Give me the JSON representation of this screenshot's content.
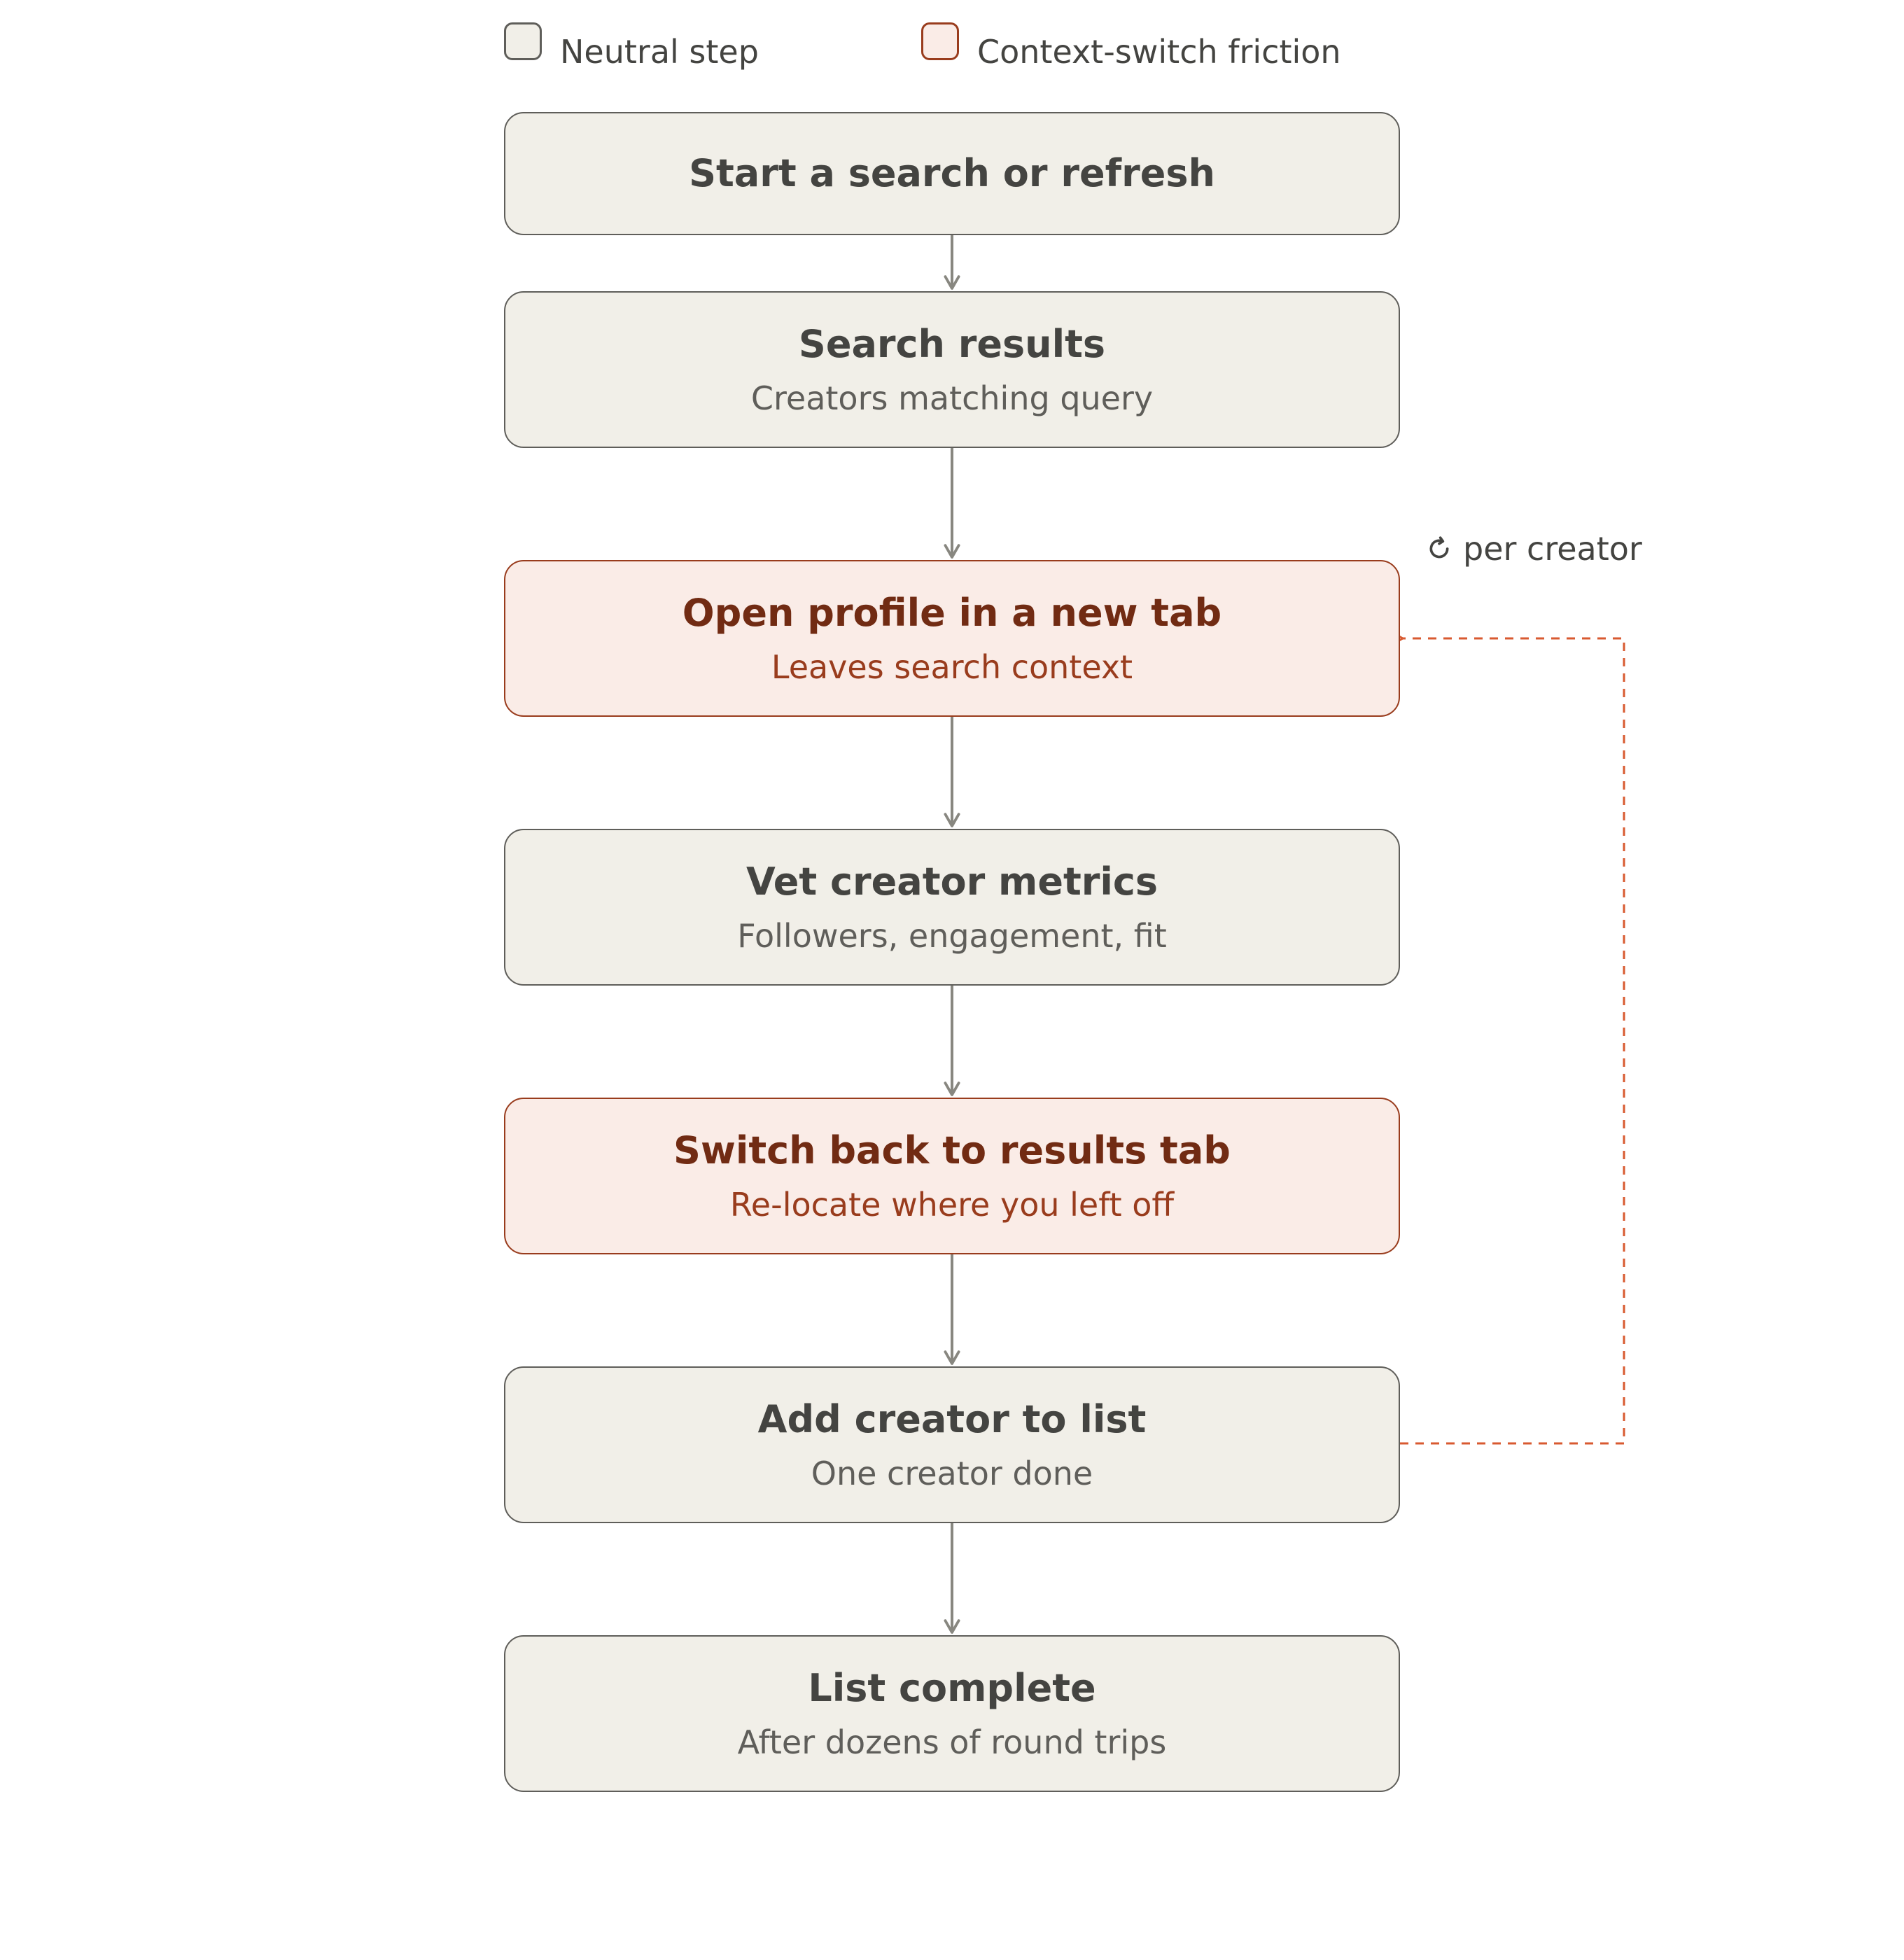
{
  "legend": {
    "neutral_label": "Neutral step",
    "friction_label": "Context-switch friction"
  },
  "loop": {
    "label": "per creator",
    "icon": "refresh-icon"
  },
  "steps": [
    {
      "title": "Start a search or refresh",
      "subtitle": "",
      "type": "neutral"
    },
    {
      "title": "Search results",
      "subtitle": "Creators matching query",
      "type": "neutral"
    },
    {
      "title": "Open profile in a new tab",
      "subtitle": "Leaves search context",
      "type": "friction"
    },
    {
      "title": "Vet creator metrics",
      "subtitle": "Followers, engagement, fit",
      "type": "neutral"
    },
    {
      "title": "Switch back to results tab",
      "subtitle": "Re-locate where you left off",
      "type": "friction"
    },
    {
      "title": "Add creator to list",
      "subtitle": "One creator done",
      "type": "neutral"
    },
    {
      "title": "List complete",
      "subtitle": "After dozens of round trips",
      "type": "neutral"
    }
  ],
  "colors": {
    "neutral_fill": "#f1efe8",
    "neutral_stroke": "#5f5e5a",
    "friction_fill": "#faece7",
    "friction_stroke": "#993c1d",
    "arrow": "#888780",
    "loop_arrow": "#d85a30"
  }
}
